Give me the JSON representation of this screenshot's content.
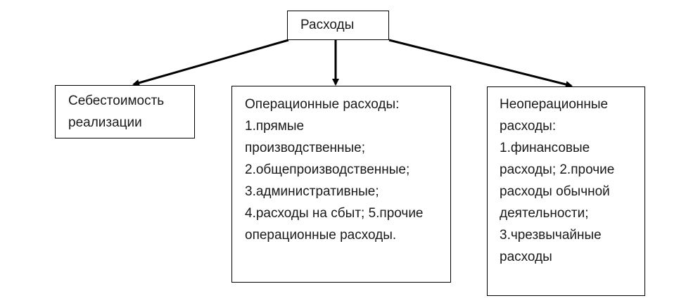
{
  "diagram": {
    "root": {
      "lines": [
        "Расходы"
      ]
    },
    "children": [
      {
        "id": "left",
        "lines": [
          "Себестоимость",
          "реализации"
        ]
      },
      {
        "id": "center",
        "lines": [
          "Операционные расходы:",
          "1.прямые",
          "производственные;",
          "2.общепроизводственные;",
          "3.административные;",
          "4.расходы на сбыт; 5.прочие",
          "операционные расходы."
        ]
      },
      {
        "id": "right",
        "lines": [
          "Неоперационные",
          "расходы:",
          "1.финансовые",
          "расходы; 2.прочие",
          "расходы обычной",
          "деятельности;",
          "3.чрезвычайные",
          "расходы"
        ]
      }
    ]
  }
}
